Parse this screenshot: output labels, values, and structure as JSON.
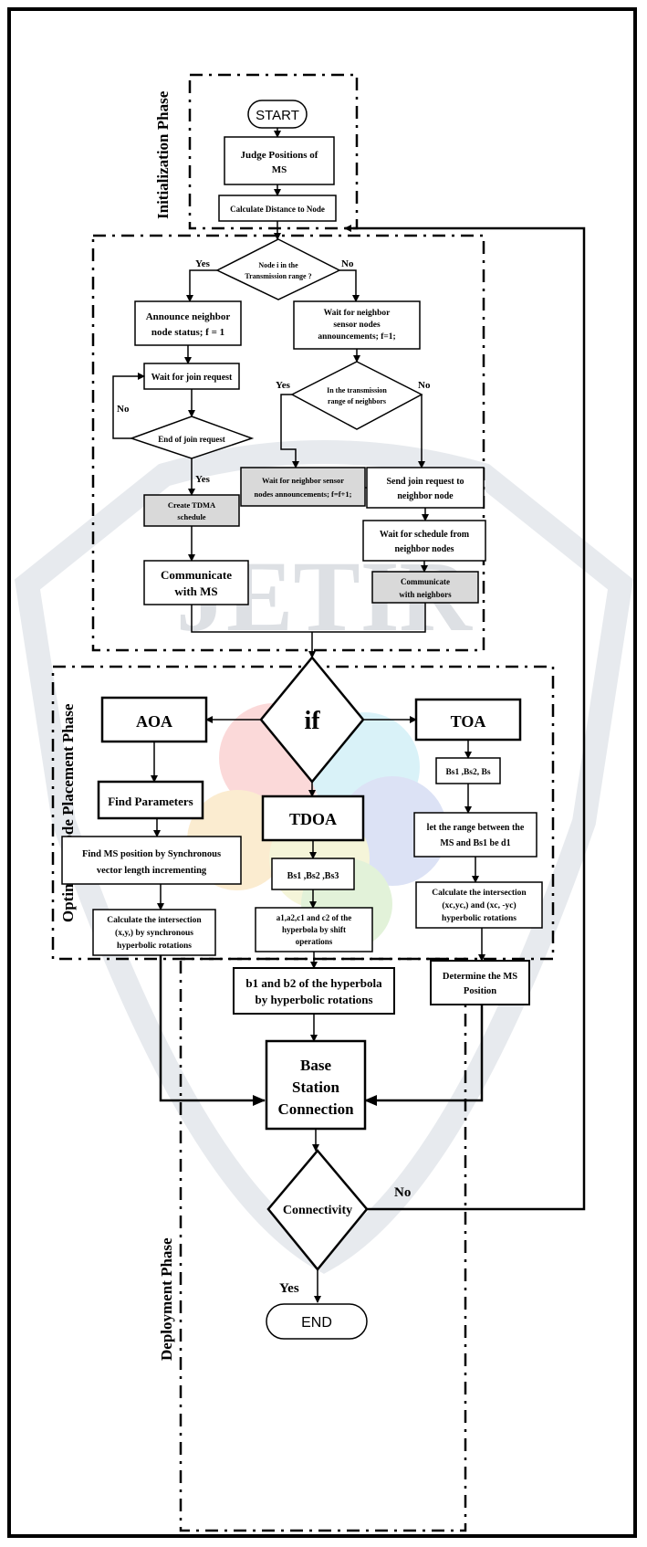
{
  "phases": {
    "initialization": "Initialization Phase",
    "optimum": "Optimum Node Placement Phase",
    "deployment": "Deployment Phase"
  },
  "watermark": "JETIR",
  "nodes": {
    "start": "START",
    "judge_1": "Judge Positions of",
    "judge_2": "MS",
    "calc_distance": "Calculate Distance to Node",
    "node_in_range_1": "Node i in the",
    "node_in_range_2": "Transmission range ?",
    "announce_1": "Announce neighbor",
    "announce_2": "node status; f = 1",
    "wait_neighbor_1": "Wait for neighbor",
    "wait_neighbor_2": "sensor nodes",
    "wait_neighbor_3": "announcements; f=1;",
    "wait_join": "Wait for join request",
    "in_range_neighbors_1": "In the transmission",
    "in_range_neighbors_2": "range of neighbors",
    "end_join": "End of join request",
    "wait_neighbor_sensor_1": "Wait for neighbor sensor",
    "wait_neighbor_sensor_2": "nodes announcements; f=f+1;",
    "send_join_1": "Send join request to",
    "send_join_2": "neighbor node",
    "create_tdma_1": "Create TDMA",
    "create_tdma_2": "schedule",
    "wait_schedule_1": "Wait for schedule from",
    "wait_schedule_2": "neighbor  nodes",
    "communicate_ms_1": "Communicate",
    "communicate_ms_2": "with MS",
    "communicate_neighbors_1": "Communicate",
    "communicate_neighbors_2": "with neighbors",
    "if": "if",
    "aoa": "AOA",
    "toa": "TOA",
    "find_params": "Find Parameters",
    "bs_toa": "Bs1 ,Bs2, Bs",
    "tdoa": "TDOA",
    "find_ms_1": "Find MS position by Synchronous",
    "find_ms_2": "vector length incrementing",
    "let_range_1": "let the range between the",
    "let_range_2": "MS and Bs1 be d1",
    "bs_tdoa": "Bs1 ,Bs2 ,Bs3",
    "calc_inter_aoa_1": "Calculate the intersection",
    "calc_inter_aoa_2": "(x,y,) by synchronous",
    "calc_inter_aoa_3": "hyperbolic rotations",
    "a1a2_1": "a1,a2,c1 and c2 of the",
    "a1a2_2": "hyperbola by shift",
    "a1a2_3": "operations",
    "calc_inter_toa_1": "Calculate the intersection",
    "calc_inter_toa_2": "(xc,yc,) and (xc, -yc)",
    "calc_inter_toa_3": "hyperbolic rotations",
    "b1b2_1": "b1 and b2 of the hyperbola",
    "b1b2_2": "by hyperbolic rotations",
    "determine_1": "Determine the MS",
    "determine_2": "Position",
    "base_1": "Base",
    "base_2": "Station",
    "base_3": "Connection",
    "connectivity": "Connectivity",
    "end": "END"
  },
  "edge_labels": {
    "yes": "Yes",
    "no": "No"
  }
}
